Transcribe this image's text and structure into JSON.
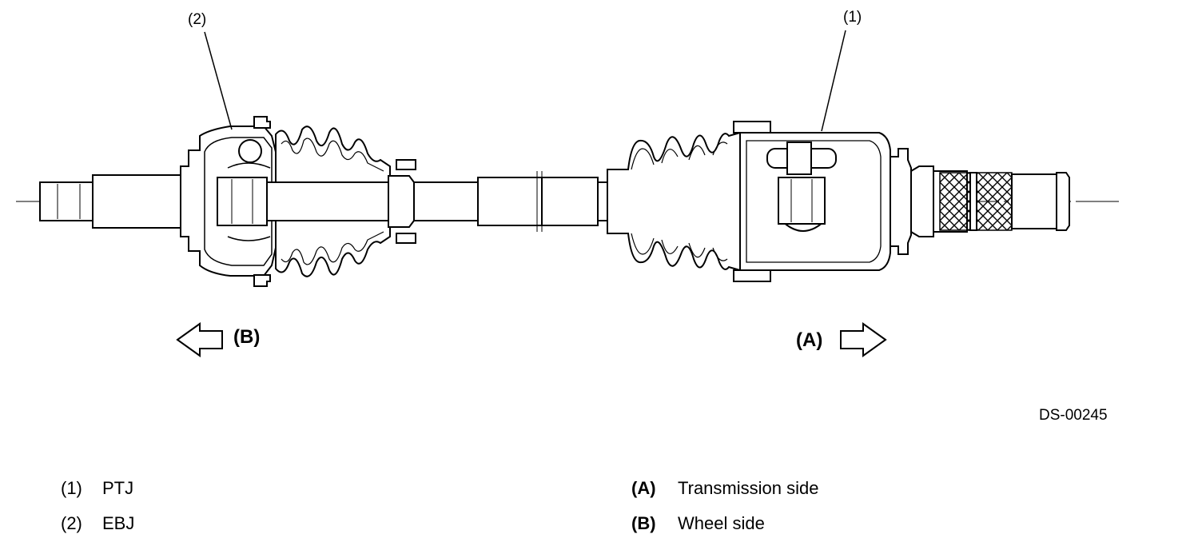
{
  "callouts": {
    "c1": "(1)",
    "c2": "(2)"
  },
  "directions": {
    "b": "(B)",
    "a": "(A)"
  },
  "figure_code": "DS-00245",
  "legend": {
    "left": [
      {
        "key": "(1)",
        "text": "PTJ"
      },
      {
        "key": "(2)",
        "text": "EBJ"
      }
    ],
    "right": [
      {
        "key": "(A)",
        "text": "Transmission side"
      },
      {
        "key": "(B)",
        "text": "Wheel side"
      }
    ]
  }
}
